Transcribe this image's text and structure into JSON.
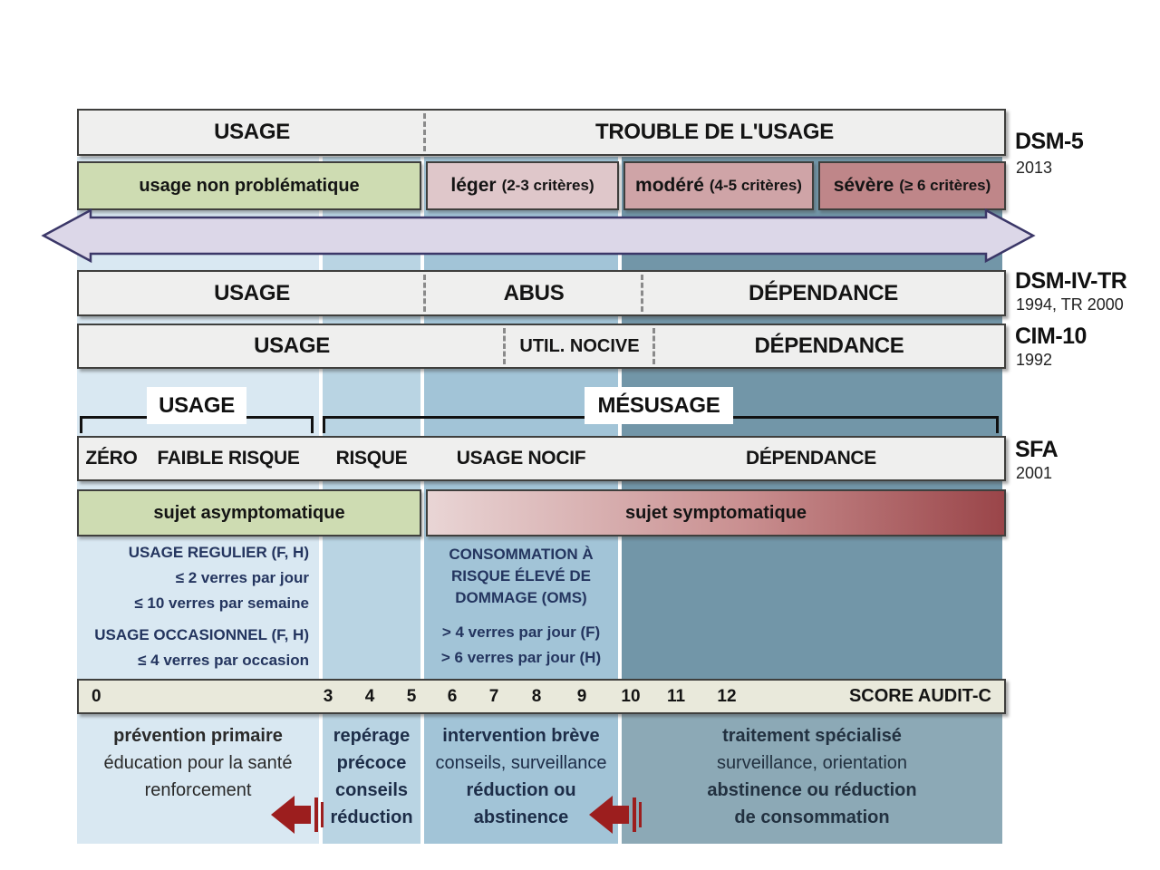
{
  "dsm5": {
    "name": "DSM-5",
    "year": "2013",
    "cell_usage": "USAGE",
    "cell_trouble": "TROUBLE DE L'USAGE"
  },
  "severity": {
    "non_problematique": "usage non problématique",
    "leger": "léger",
    "leger_crit": "(2-3 critères)",
    "modere": "modéré",
    "modere_crit": "(4-5 critères)",
    "severe": "sévère",
    "severe_crit": "(≥ 6 critères)"
  },
  "dsm4": {
    "name": "DSM-IV-TR",
    "year": "1994, TR 2000",
    "cell_usage": "USAGE",
    "cell_abus": "ABUS",
    "cell_dependance": "DÉPENDANCE"
  },
  "cim10": {
    "name": "CIM-10",
    "year": "1992",
    "cell_usage": "USAGE",
    "cell_nocive": "UTIL. NOCIVE",
    "cell_dependance": "DÉPENDANCE"
  },
  "brackets": {
    "usage": "USAGE",
    "mesusage": "MÉSUSAGE"
  },
  "sfa": {
    "name": "SFA",
    "year": "2001",
    "zero": "ZÉRO",
    "faible_risque": "FAIBLE RISQUE",
    "risque": "RISQUE",
    "usage_nocif": "USAGE NOCIF",
    "dependance": "DÉPENDANCE"
  },
  "sujet": {
    "asymptomatique": "sujet asymptomatique",
    "symptomatique": "sujet symptomatique"
  },
  "conso_gauche": {
    "lignes": [
      "USAGE REGULIER (F, H)",
      "≤ 2 verres par jour",
      "≤ 10 verres par semaine",
      "USAGE OCCASIONNEL (F, H)",
      "≤ 4 verres par occasion"
    ]
  },
  "conso_droite": {
    "lignes": [
      "CONSOMMATION À",
      "RISQUE ÉLEVÉ DE",
      "DOMMAGE (OMS)",
      "> 4 verres par jour (F)",
      "> 6 verres par jour (H)"
    ]
  },
  "score": {
    "label": "SCORE AUDIT-C",
    "ticks": [
      "0",
      "3",
      "4",
      "5",
      "6",
      "7",
      "8",
      "9",
      "10",
      "11",
      "12"
    ]
  },
  "interventions": {
    "prevention": [
      "prévention primaire",
      "éducation pour la santé",
      "renforcement"
    ],
    "reperage": [
      "repérage",
      "précoce",
      "conseils",
      "réduction"
    ],
    "intervention": [
      "intervention brève",
      "conseils, surveillance",
      "réduction ou",
      "abstinence"
    ],
    "traitement": [
      "traitement spécialisé",
      "surveillance, orientation",
      "abstinence ou réduction",
      "de consommation"
    ]
  },
  "colors": {
    "column_1": "#d9e8f2",
    "column_2": "#b9d4e3",
    "column_3": "#a2c4d7",
    "column_4_top": "#7296a8",
    "column_4_bottom": "#8ca9b6",
    "green_box": "#cedcb2",
    "leger_box": "#dfc7ca",
    "modere_box": "#cfa4a7",
    "severe_box": "#bf8689",
    "timeline_arrow_fill": "#dcd7e8",
    "timeline_arrow_border": "#3b3768",
    "red_arrow": "#9c1e1e",
    "score_bar_bg": "#e9e9db",
    "panel_bg": "#efefee",
    "navy_text": "#24355f",
    "symptomatic_gradient_start": "#e9d5d5",
    "symptomatic_gradient_end": "#9a4549"
  }
}
